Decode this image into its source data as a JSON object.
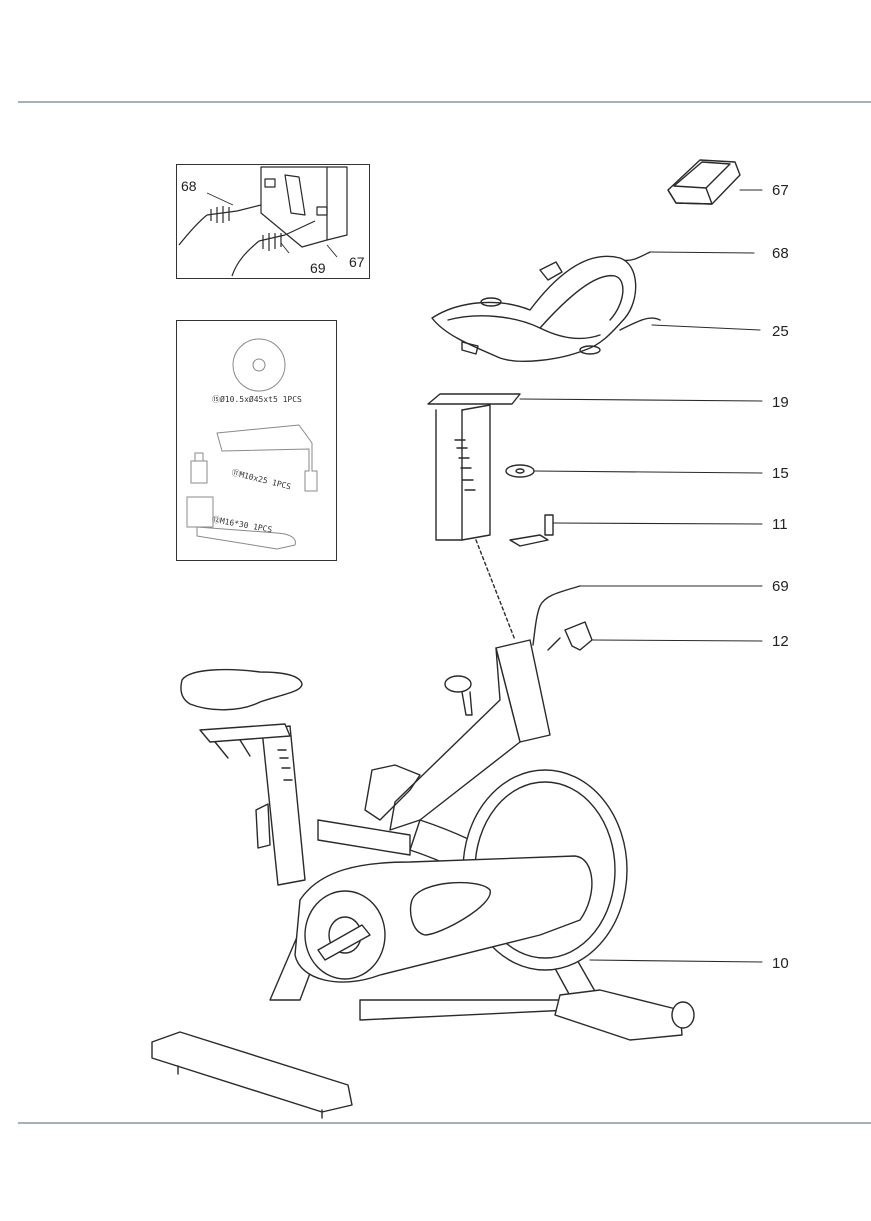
{
  "callouts": {
    "c67": "67",
    "c68": "68",
    "c25": "25",
    "c19": "19",
    "c15": "15",
    "c11": "11",
    "c69": "69",
    "c12": "12",
    "c10": "10"
  },
  "inset_connector": {
    "c68": "68",
    "c69": "69",
    "c67": "67"
  },
  "inset_hardware": {
    "washer": "⑮Ø10.5xØ45xt5 1PCS",
    "bolt_m10": "⑪M10x25 1PCS",
    "bolt_m16": "⑫M16*30 1PCS"
  },
  "colors": {
    "line": "#2a2a2a",
    "rule": "#a9b1b8"
  }
}
